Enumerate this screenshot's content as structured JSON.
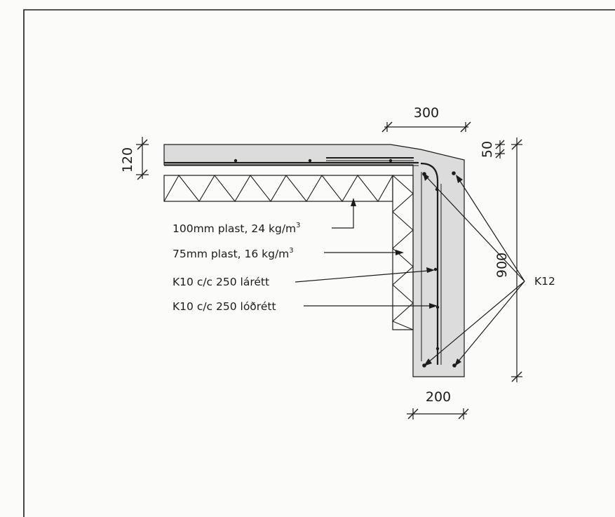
{
  "dimensions": {
    "top_width": "300",
    "slab_thickness": "120",
    "cover": "50",
    "wall_height": "900",
    "wall_width": "200"
  },
  "callouts": {
    "insulation_top": {
      "main": "100mm plast, 24 kg/m",
      "sup": "3"
    },
    "insulation_side": {
      "main": "75mm plast, 16 kg/m",
      "sup": "3"
    },
    "rebar_horizontal": "K10 c/c 250 lárétt",
    "rebar_vertical": "K10 c/c 250 lóðrétt"
  },
  "bar_label": "K12",
  "colors": {
    "line": "#1c1c1c",
    "concrete": "#dcdcdc",
    "paper": "#fbfbfa"
  }
}
